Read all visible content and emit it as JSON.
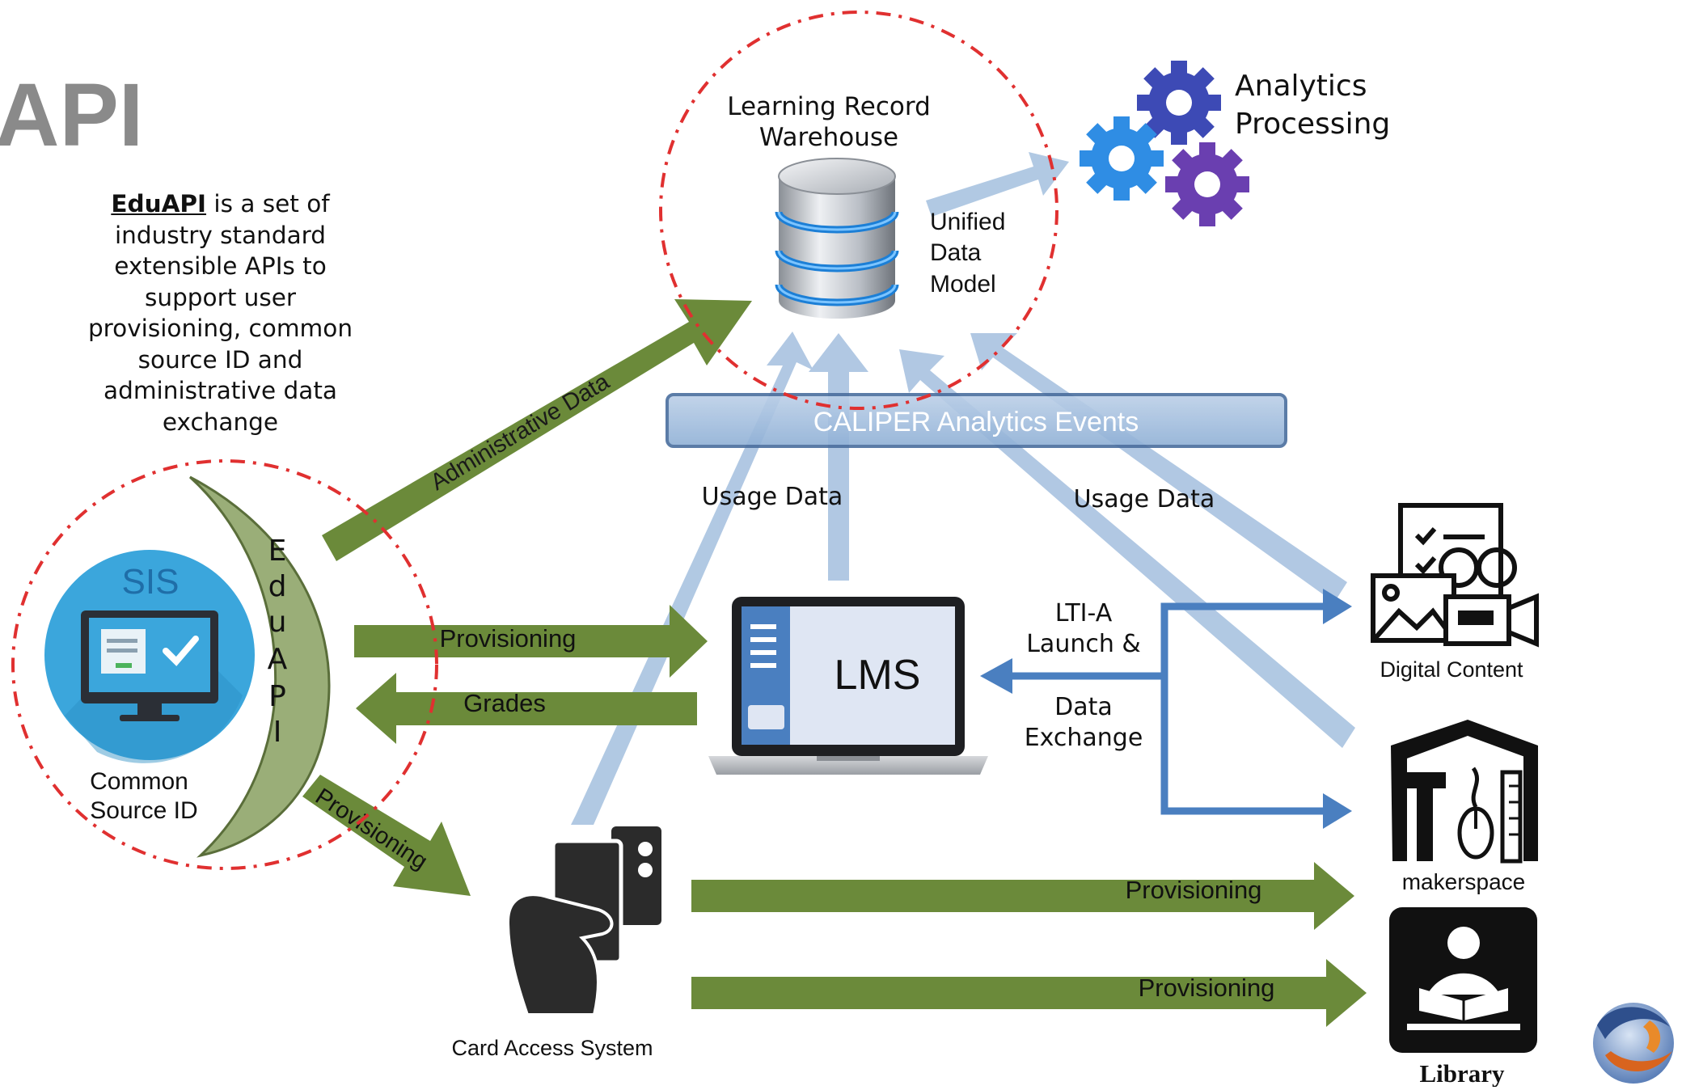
{
  "title": "API",
  "description": {
    "term": "EduAPI",
    "rest": " is a set of industry standard extensible APIs to support user provisioning, common source ID and administrative data exchange"
  },
  "sis": {
    "label": "SIS",
    "caption_line1": "Common",
    "caption_line2": "Source ID"
  },
  "eduapi_letters": [
    "E",
    "d",
    "u",
    "A",
    "P",
    "I"
  ],
  "warehouse": {
    "title_line1": "Learning Record",
    "title_line2": "Warehouse"
  },
  "unified_model": [
    "Unified",
    "Data",
    "Model"
  ],
  "analytics": {
    "line1": "Analytics",
    "line2": "Processing"
  },
  "caliper_label": "CALIPER Analytics Events",
  "arrows": {
    "administrative_data": "Administrative Data",
    "provisioning_lms": "Provisioning",
    "grades": "Grades",
    "provisioning_card": "Provisioning",
    "provisioning_makerspace": "Provisioning",
    "provisioning_library": "Provisioning",
    "usage_data_left": "Usage Data",
    "usage_data_right": "Usage Data"
  },
  "lms_label": "LMS",
  "lti": [
    "LTI-A",
    "Launch &",
    "Data",
    "Exchange"
  ],
  "digital_content_label": "Digital Content",
  "makerspace_label": "makerspace",
  "library_label": "Library",
  "card_access_label": "Card Access System",
  "colors": {
    "green": "#6b8a3a",
    "light_blue": "#a9c3e0",
    "blue": "#4a7fc0",
    "red_dash": "#e03030",
    "sis_circle": "#3ba6dc",
    "crescent": "#9aae78",
    "gear_dark": "#3d4ab5",
    "gear_light": "#2f8de4",
    "gear_purple": "#6a3fb0"
  }
}
